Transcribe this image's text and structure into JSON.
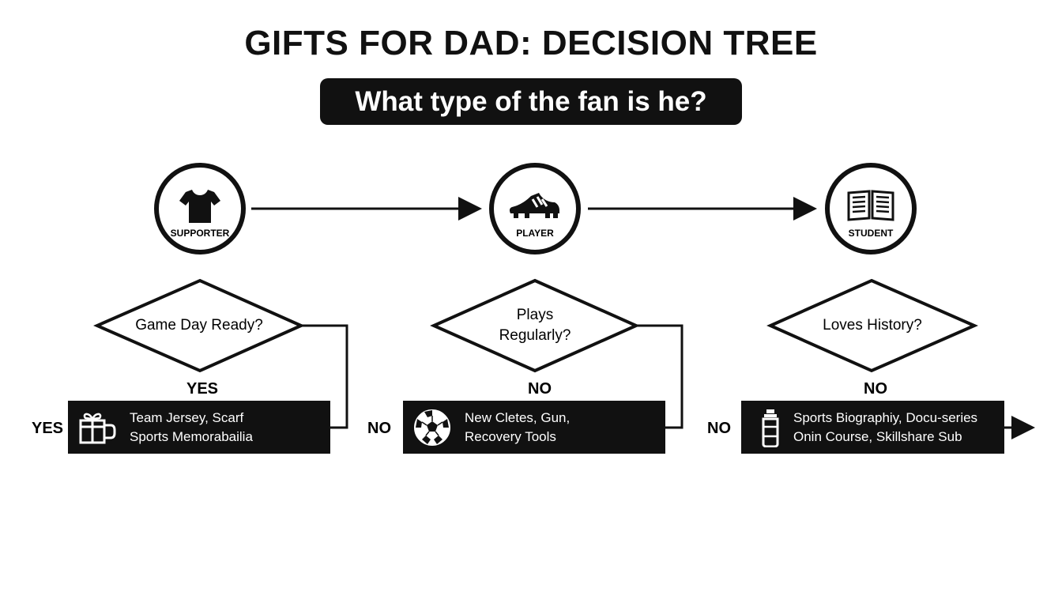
{
  "title": "GIFTS FOR DAD: DECISION TREE",
  "question": "What type of the fan is he?",
  "columns": [
    {
      "type_label": "SUPPORTER",
      "type_icon": "tshirt-icon",
      "decision": "Game Day Ready?",
      "branch_label": "YES",
      "side_label": "YES",
      "gift_icon": "gift-mug-icon",
      "gift_lines": [
        "Team Jersey, Scarf",
        "Sports Memorabailia"
      ]
    },
    {
      "type_label": "PLAYER",
      "type_icon": "cleat-icon",
      "decision": "Plays Regularly?",
      "branch_label": "NO",
      "side_label": "NO",
      "gift_icon": "soccer-ball-icon",
      "gift_lines": [
        "New Cletes, Gun,",
        "Recovery Tools"
      ]
    },
    {
      "type_label": "STUDENT",
      "type_icon": "open-book-icon",
      "decision": "Loves History?",
      "branch_label": "NO",
      "side_label": "NO",
      "gift_icon": "water-bottle-icon",
      "gift_lines": [
        "Sports Biographiy, Docu-series",
        "Onin Course, Skillshare Sub"
      ]
    }
  ],
  "colors": {
    "ink": "#111111",
    "background": "#ffffff"
  }
}
